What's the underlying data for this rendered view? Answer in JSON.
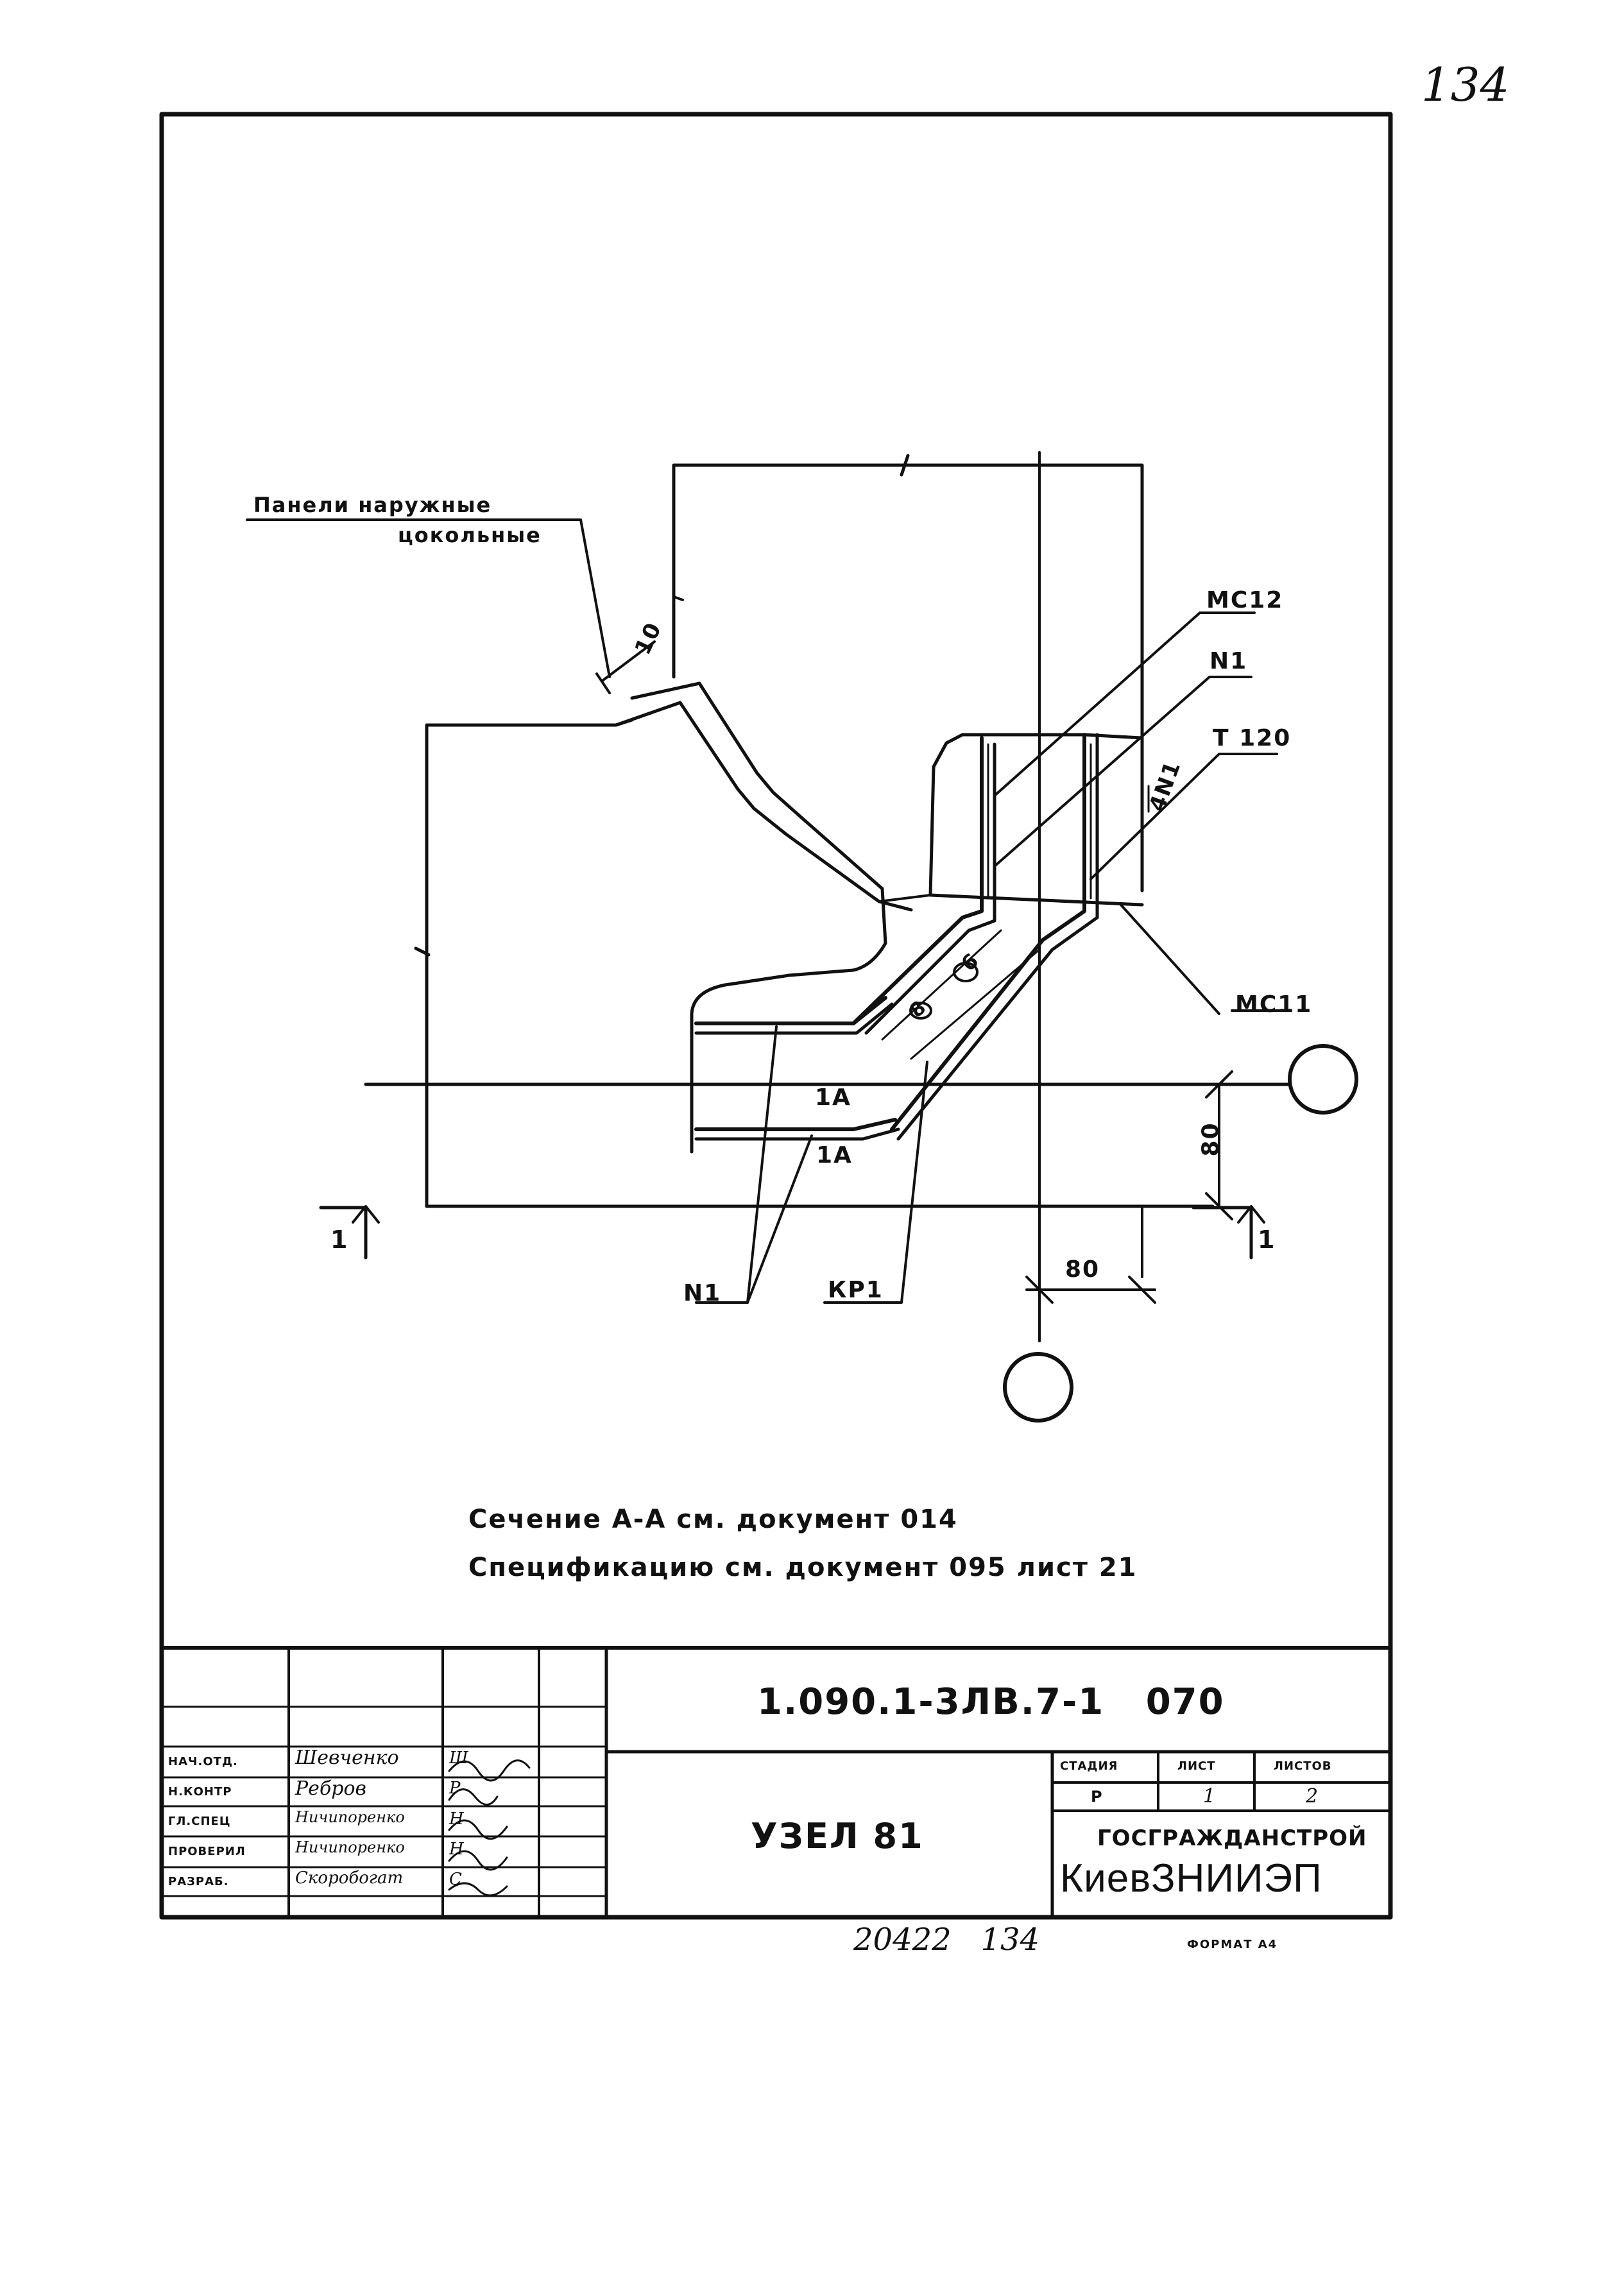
{
  "page_number": "134",
  "drawing": {
    "labels": {
      "panels_line1": "Панели наружные",
      "panels_line2": "цокольные",
      "dim_10": "10",
      "mc12": "МС12",
      "n1_top": "N1",
      "anchor_4n1": "4N1",
      "t120": "Т 120",
      "mc11": "МС11",
      "n1_bottom": "N1",
      "kp1": "КР1",
      "la_upper": "1А",
      "la_lower": "1А",
      "dim_80_vertical": "80",
      "dim_80_horizontal": "80",
      "dim_6": "6",
      "dim_8": "8",
      "section_left": "1",
      "section_right": "1"
    },
    "notes": [
      "Сечение А-А см. документ 014",
      "Спецификацию см. документ 095 лист 21"
    ]
  },
  "title_block": {
    "document_code": "1.090.1-3ЛВ.7-1   070",
    "title": "УЗЕЛ 81",
    "stage_label": "СТАДИЯ",
    "sheet_label": "ЛИСТ",
    "sheets_label": "ЛИСТОВ",
    "stage_value": "Р",
    "sheet_value": "1",
    "sheets_value": "2",
    "org_line1": "ГОСГРАЖДАНСТРОЙ",
    "org_line2": "КиевЗНИИЭП",
    "roles": [
      {
        "role": "НАЧ.ОТД.",
        "name": "Шевченко",
        "sign": "Ш"
      },
      {
        "role": "Н.КОНТР",
        "name": "Ребров",
        "sign": "Р"
      },
      {
        "role": "ГЛ.СПЕЦ",
        "name": "Ничипоренко",
        "sign": "Н"
      },
      {
        "role": "ПРОВЕРИЛ",
        "name": "Ничипоренко",
        "sign": "Н"
      },
      {
        "role": "РАЗРАБ.",
        "name": "Скоробогат",
        "sign": "С"
      }
    ]
  },
  "footer": {
    "inventory_number": "20422   134",
    "format": "ФОРМАТ А4"
  }
}
